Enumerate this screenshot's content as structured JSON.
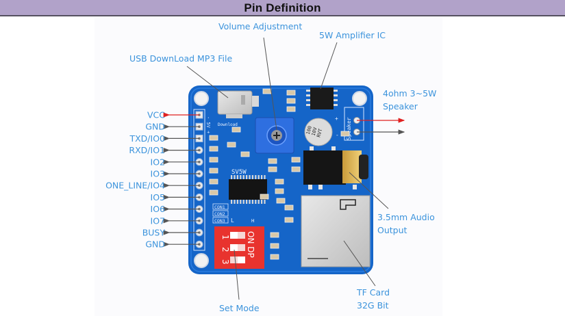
{
  "header": {
    "title": "Pin Definition",
    "background": "#b1a2c9"
  },
  "colors": {
    "label": "#3b93dc",
    "pcb": "#1565c8",
    "vcc_arrow": "#e02020",
    "leader": "#555555",
    "dip_switch": "#e8332e"
  },
  "pins": [
    {
      "label": "VCC",
      "arrow": "red"
    },
    {
      "label": "GND",
      "arrow": "gray"
    },
    {
      "label": "TXD/IO0",
      "arrow": "gray"
    },
    {
      "label": "RXD/IO1",
      "arrow": "gray"
    },
    {
      "label": "IO2",
      "arrow": "gray"
    },
    {
      "label": "IO3",
      "arrow": "gray"
    },
    {
      "label": "ONE_LINE/IO4",
      "arrow": "gray"
    },
    {
      "label": "IO5",
      "arrow": "gray"
    },
    {
      "label": "IO6",
      "arrow": "gray"
    },
    {
      "label": "IO7",
      "arrow": "gray"
    },
    {
      "label": "BUSY",
      "arrow": "gray"
    },
    {
      "label": "GND",
      "arrow": "gray"
    }
  ],
  "callouts": {
    "usb": "USB DownLoad MP3 File",
    "volume": "Volume Adjustment",
    "amplifier": "5W Amplifier IC",
    "speaker_line1": "4ohm 3~5W",
    "speaker_line2": "Speaker",
    "audio_line1": "3.5mm Audio",
    "audio_line2": "Output",
    "tf_line1": "TF Card",
    "tf_line2": "32G Bit",
    "set_mode": "Set Mode"
  },
  "board_silkscreen": {
    "power": "- 5V +",
    "download": "Download",
    "speaker": "Speaker",
    "chip": "SV5W",
    "con1": "CON1",
    "con2": "CON2",
    "con3": "CON3",
    "low": "L",
    "high": "H",
    "dip_on": "ON DP",
    "dip_1": "1",
    "dip_2": "2",
    "dip_3": "3",
    "cap_1": "100",
    "cap_2": "10V",
    "cap_3": "RVT",
    "plus": "+",
    "minus": "-"
  }
}
